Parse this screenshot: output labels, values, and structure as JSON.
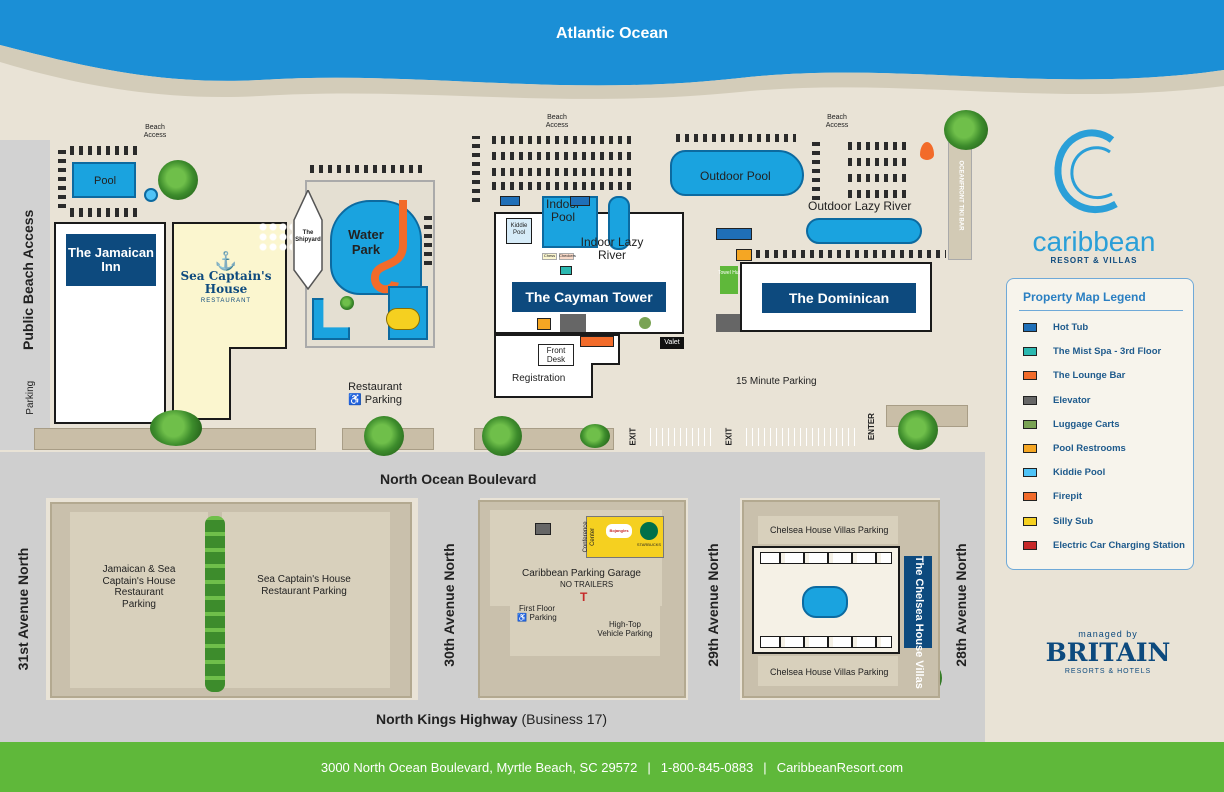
{
  "ocean": {
    "label": "Atlantic Ocean"
  },
  "streets": {
    "ocean_blvd": "North Ocean Boulevard",
    "kings_hwy": "North Kings Highway",
    "kings_hwy_note": "(Business 17)",
    "ave31": "31st Avenue North",
    "ave30": "30th Avenue North",
    "ave29": "29th Avenue North",
    "ave28": "28th Avenue North",
    "public_beach": "Public Beach Access",
    "parking_side": "Parking"
  },
  "buildings": {
    "jamaican_inn": "The Jamaican Inn",
    "sea_captain": "Sea Captain's House",
    "sea_captain_sub": "RESTAURANT",
    "water_park": "Water Park",
    "shipyard": "The Shipyard",
    "cayman": "The Cayman Tower",
    "dominican": "The Dominican",
    "chelsea": "The Chelsea House Villas"
  },
  "labels": {
    "pool": "Pool",
    "beach_access_1": "Beach Access",
    "beach_access_2": "Beach Access",
    "beach_access_3": "Beach Access",
    "indoor_pool": "Indoor Pool",
    "kiddie_pool": "Kiddie Pool",
    "indoor_lazy": "Indoor Lazy River",
    "outdoor_pool": "Outdoor Pool",
    "outdoor_lazy": "Outdoor Lazy River",
    "tiki_bar": "OCEANFRONT TIKI BAR",
    "towel_hut": "Towel Hut",
    "chess": "Chess",
    "checkers": "Checkers",
    "front_desk": "Front Desk",
    "registration": "Registration",
    "valet": "Valet",
    "fifteen_min": "15 Minute Parking",
    "restaurant_parking": "Restaurant",
    "restaurant_parking2": "Parking",
    "exit1": "EXIT",
    "exit2": "EXIT",
    "enter": "ENTER",
    "lot1": "Jamaican & Sea Captain's House Restaurant Parking",
    "lot2": "Sea Captain's House Restaurant Parking",
    "garage": "Caribbean Parking Garage",
    "no_trailers": "NO TRAILERS",
    "first_floor": "First Floor",
    "first_floor2": "Parking",
    "hightop": "High-Top Vehicle Parking",
    "conference": "Conference Center",
    "chelsea_parking_top": "Chelsea House Villas Parking",
    "chelsea_parking_bottom": "Chelsea House Villas Parking",
    "bojangles": "Bojangles",
    "starbucks": "STARBUCKS"
  },
  "brand": {
    "name": "caribbean",
    "sub": "RESORT & VILLAS",
    "managed_by": "managed by",
    "britain": "BRITAIN",
    "britain_sub": "RESORTS & HOTELS"
  },
  "legend": {
    "title": "Property Map Legend",
    "items": [
      {
        "label": "Hot Tub",
        "color": "#1f6fb8"
      },
      {
        "label": "The Mist Spa - 3rd Floor",
        "color": "#2bb8b0"
      },
      {
        "label": "The Lounge Bar",
        "color": "#f26b2a"
      },
      {
        "label": "Elevator",
        "color": "#666666"
      },
      {
        "label": "Luggage Carts",
        "color": "#7aa354"
      },
      {
        "label": "Pool Restrooms",
        "color": "#f5a623"
      },
      {
        "label": "Kiddie Pool",
        "color": "#4fc3f7"
      },
      {
        "label": "Firepit",
        "color": "#f26b2a"
      },
      {
        "label": "Silly Sub",
        "color": "#f5d020"
      },
      {
        "label": "Electric Car Charging Station",
        "color": "#c62828"
      }
    ]
  },
  "footer": {
    "address": "3000 North Ocean Boulevard, Myrtle Beach, SC 29572",
    "phone": "1-800-845-0883",
    "site": "CaribbeanResort.com",
    "sep": "|"
  },
  "colors": {
    "ocean": "#1b8fd6",
    "navy": "#0d4a7e",
    "footer": "#5fb83a",
    "accent": "#2a9fd8"
  }
}
